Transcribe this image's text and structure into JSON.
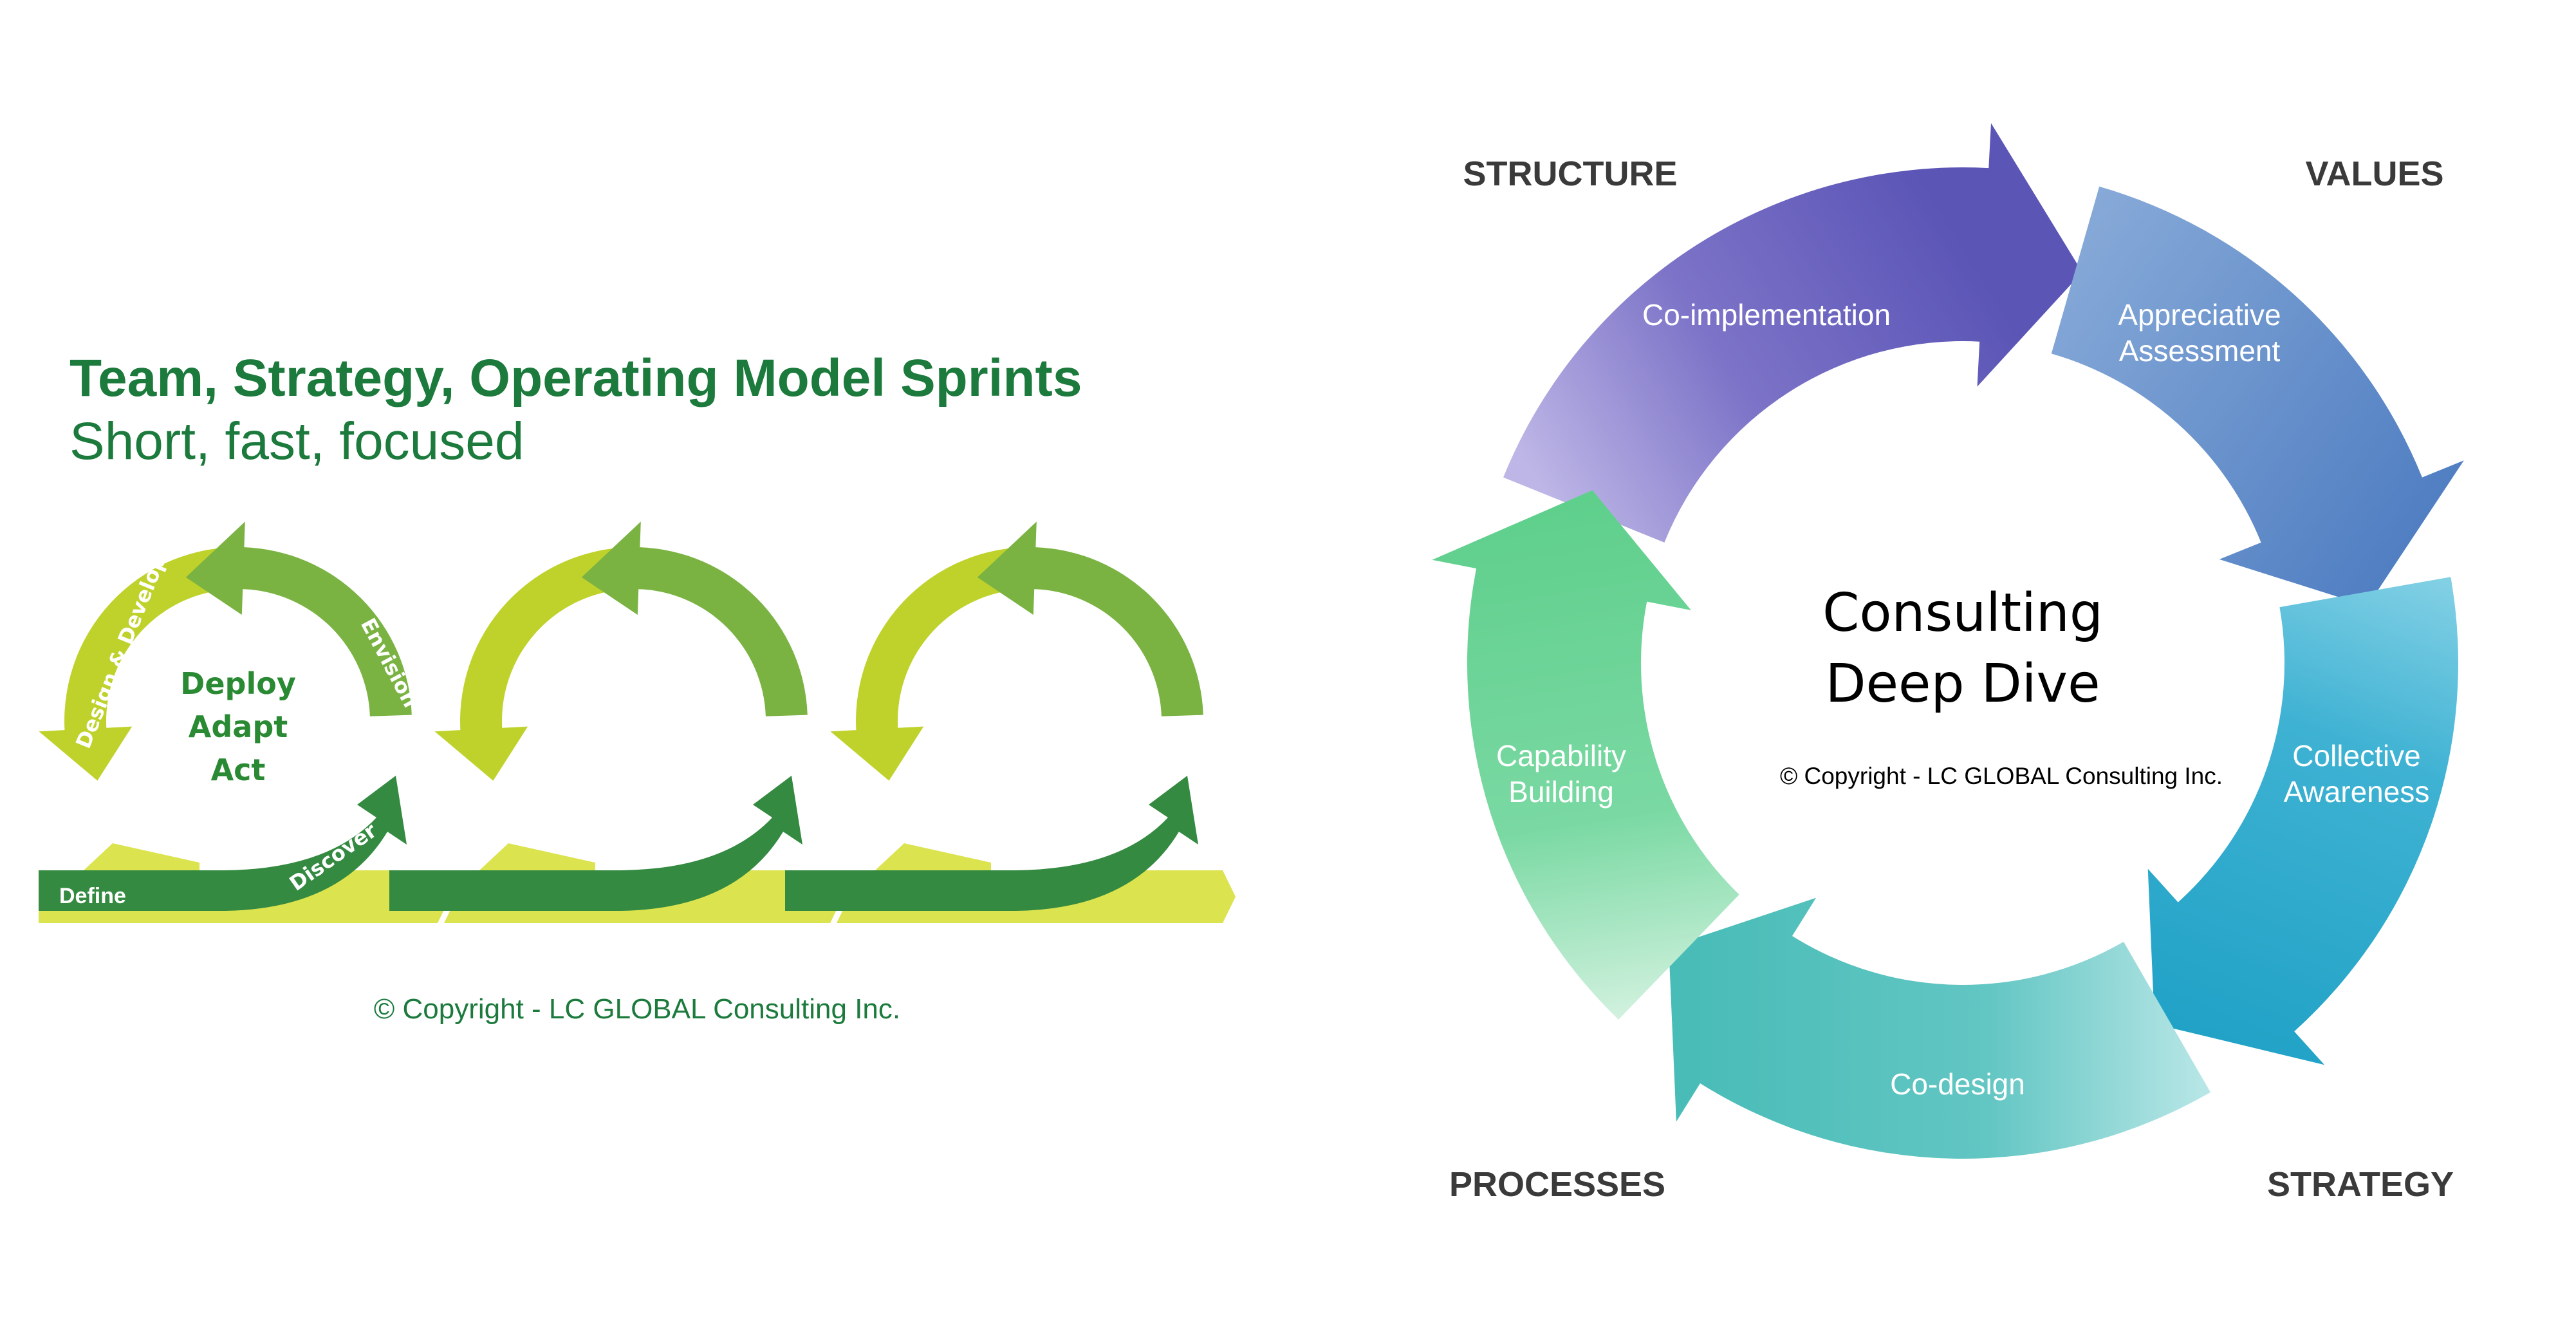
{
  "left_panel": {
    "title": "Team, Strategy, Operating Model Sprints",
    "subtitle": "Short, fast, focused",
    "center_lines": [
      "Deploy",
      "Adapt",
      "Act"
    ],
    "arrow_labels": {
      "design_develop": "Design & Develop",
      "envision": "Envision",
      "discover": "Discover",
      "define": "Define"
    },
    "copyright": "© Copyright - LC GLOBAL Consulting Inc.",
    "colors": {
      "title_green": "#1b7a3c",
      "light_green": "#bfd22b",
      "mid_green": "#7ab342",
      "dark_green": "#348a40",
      "band_yellow": "#dbe34f"
    }
  },
  "right_panel": {
    "center_title_lines": [
      "Consulting",
      "Deep Dive"
    ],
    "copyright": "© Copyright - LC GLOBAL Consulting Inc.",
    "corners": {
      "top_left": "STRUCTURE",
      "top_right": "VALUES",
      "bottom_left": "PROCESSES",
      "bottom_right": "STRATEGY"
    },
    "segments": {
      "co_implementation": "Co-implementation",
      "appreciative_assessment": [
        "Appreciative",
        "Assessment"
      ],
      "collective_awareness": [
        "Collective",
        "Awareness"
      ],
      "co_design": "Co-design",
      "capability_building": [
        "Capability",
        "Building"
      ]
    },
    "colors": {
      "purple": "#5c57b8",
      "blue": "#4f7fc2",
      "cyan": "#24a6c9",
      "teal": "#4dbfbb",
      "green": "#5ccf8f",
      "label_dark": "#3a3a3a"
    }
  }
}
